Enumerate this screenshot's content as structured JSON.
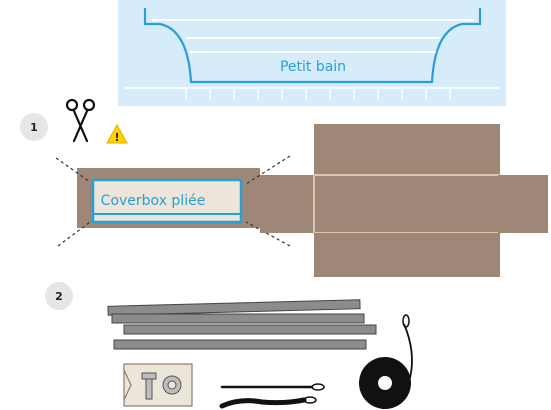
{
  "pool": {
    "label": "Petit bain"
  },
  "step1": {
    "number": "1",
    "warning_symbol": "!",
    "box_label": "Coverbox pliée"
  },
  "step2": {
    "number": "2"
  },
  "icons": {
    "step1": [
      "scissors-icon",
      "warning-icon"
    ],
    "step2": [
      "hardware-bag-icon",
      "rope-cord-icon",
      "tape-roll-icon"
    ]
  },
  "colors": {
    "pool_fill": "#d6ecfb",
    "pool_line": "#2a9fd6",
    "cardboard": "#9e8776",
    "cover_panel": "#ece5da",
    "bar_gray": "#8c8c8c",
    "step_circle": "#e6e6e6",
    "warning_yellow": "#ffd200"
  }
}
